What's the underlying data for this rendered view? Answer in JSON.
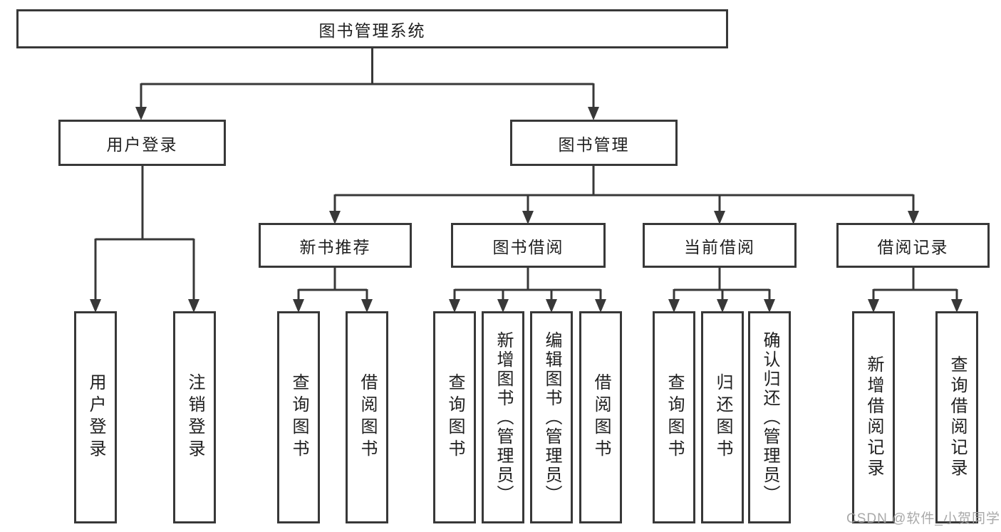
{
  "diagram": {
    "type": "hierarchy-tree",
    "colors": {
      "background": "#ffffff",
      "line": "#383838",
      "box_border": "#383838",
      "box_fill": "#ffffff",
      "text": "#1f1f1f",
      "watermark": "#a2a2a2"
    },
    "tree": {
      "label": "图书管理系统",
      "children": [
        {
          "label": "用户登录",
          "children": [
            {
              "label": "用户登录"
            },
            {
              "label": "注销登录"
            }
          ]
        },
        {
          "label": "图书管理",
          "children": [
            {
              "label": "新书推荐",
              "children": [
                {
                  "label": "查询图书"
                },
                {
                  "label": "借阅图书"
                }
              ]
            },
            {
              "label": "图书借阅",
              "children": [
                {
                  "label": "查询图书"
                },
                {
                  "label": "新增图书（管理员）"
                },
                {
                  "label": "编辑图书（管理员）"
                },
                {
                  "label": "借阅图书"
                }
              ]
            },
            {
              "label": "当前借阅",
              "children": [
                {
                  "label": "查询图书"
                },
                {
                  "label": "归还图书"
                },
                {
                  "label": "确认归还（管理员）"
                }
              ]
            },
            {
              "label": "借阅记录",
              "children": [
                {
                  "label": "新增借阅记录"
                },
                {
                  "label": "查询借阅记录"
                }
              ]
            }
          ]
        }
      ]
    },
    "watermark": {
      "text": "CSDN @软件_小贺同学"
    }
  }
}
